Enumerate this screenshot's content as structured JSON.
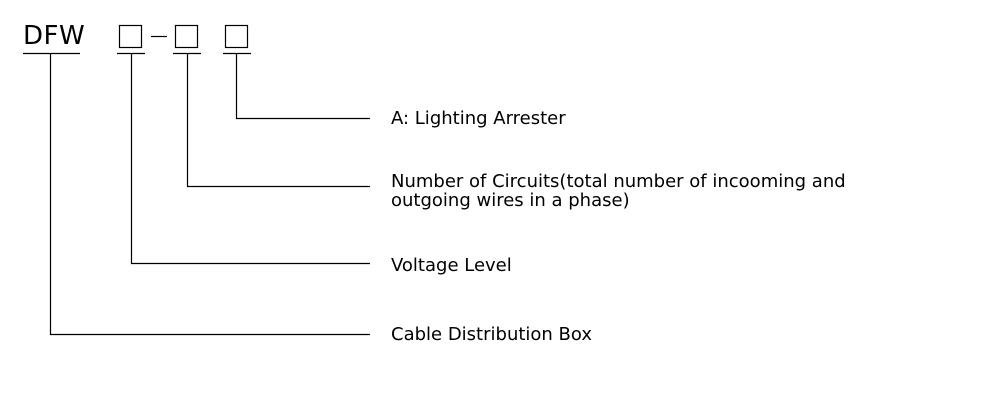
{
  "model_code": {
    "prefix": "DFW",
    "separator": "–"
  },
  "labels": {
    "lighting_arrester": "A: Lighting Arrester",
    "number_of_circuits_line1": "Number of Circuits(total number of incooming and",
    "number_of_circuits_line2": "outgoing wires in a phase)",
    "voltage_level": "Voltage Level",
    "cable_distribution_box": "Cable Distribution Box"
  }
}
